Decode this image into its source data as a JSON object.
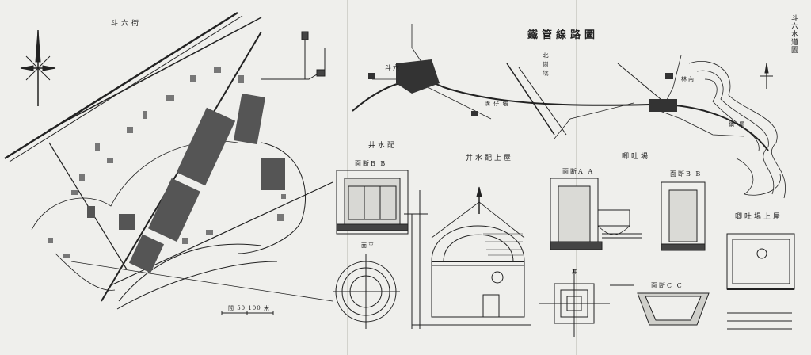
{
  "map_title": "斗六街",
  "railway_title": "鐵管線路圖",
  "side_title": "斗六水道圖",
  "well_title": "井水配",
  "well_upper_title": "井水配上屋",
  "pump_title": "唧吐場",
  "pump_upper_title": "唧吐場上屋",
  "section_a": "面断A A",
  "section_b": "面断B B",
  "section_c": "面断C C",
  "section_bb2": "面断B B",
  "scale_note": "間 50 100 米",
  "place_labels": [
    "斗六",
    "溝 仔 壩",
    "林內",
    "北 崗 坑",
    "鎮 尾"
  ],
  "well_label_small": "井",
  "plan_label": "面平"
}
